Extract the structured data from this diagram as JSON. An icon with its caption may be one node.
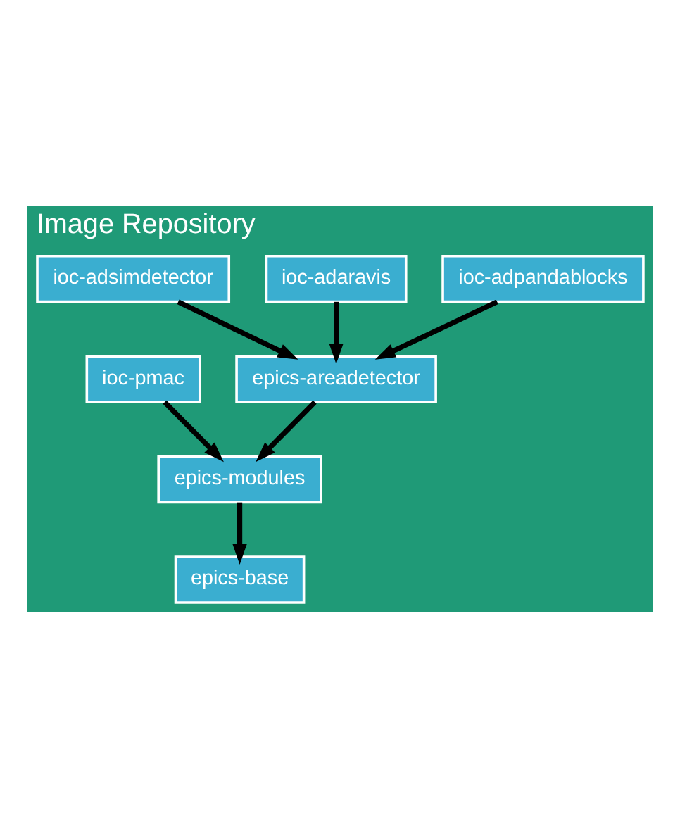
{
  "diagram": {
    "nodes": [
      {
        "text": [
          "Image Repository"
        ]
      },
      {
        "text": [
          "ioc-adpandablocks"
        ],
        "in": 0
      },
      {
        "text": [
          "ioc-adaravis"
        ],
        "in": 0
      },
      {
        "text": [
          "ioc-adsimdetector"
        ],
        "in": 0
      },
      {
        "text": [
          "epics-areadetector"
        ],
        "in": 0
      },
      {
        "text": [
          "ioc-pmac"
        ],
        "in": 0
      },
      {
        "text": [
          "epics-modules"
        ],
        "in": 0
      },
      {
        "text": [
          "epics-base"
        ],
        "in": 0
      }
    ],
    "edges": [
      {
        "from": 1,
        "to": 4,
        "arrow": "to"
      },
      {
        "from": 2,
        "to": 4,
        "arrow": "to"
      },
      {
        "from": 3,
        "to": 4,
        "arrow": "to"
      },
      {
        "from": 4,
        "to": 6,
        "arrow": "to"
      },
      {
        "from": 5,
        "to": 6,
        "arrow": "to"
      },
      {
        "from": 6,
        "to": 7,
        "arrow": "to"
      }
    ]
  }
}
